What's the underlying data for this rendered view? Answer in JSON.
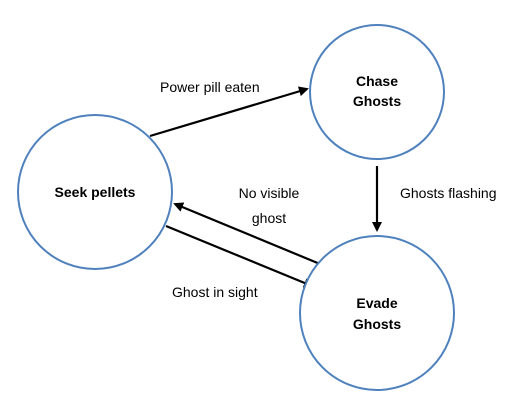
{
  "colors": {
    "state_border": "#4f81bd",
    "state_fill": "#ffffff",
    "arrow": "#000000",
    "text": "#000000"
  },
  "states": {
    "seek": {
      "label": "Seek pellets"
    },
    "chase": {
      "line1": "Chase",
      "line2": "Ghosts"
    },
    "evade": {
      "line1": "Evade",
      "line2": "Ghosts"
    }
  },
  "transitions": {
    "power_pill": {
      "label": "Power pill eaten"
    },
    "ghosts_flashing": {
      "label": "Ghosts flashing"
    },
    "no_visible_ghost": {
      "line1": "No visible",
      "line2": "ghost"
    },
    "ghost_in_sight": {
      "label": "Ghost in sight"
    }
  }
}
